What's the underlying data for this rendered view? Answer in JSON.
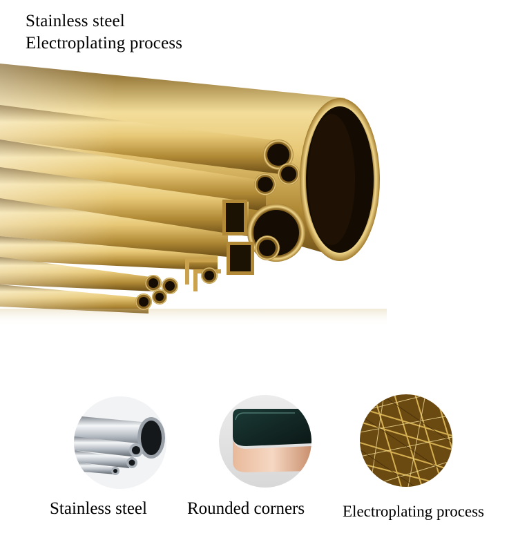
{
  "headline": {
    "line1": "Stainless steel",
    "line2": "Electroplating process"
  },
  "features": [
    {
      "label": "Stainless steel"
    },
    {
      "label": "Rounded corners"
    },
    {
      "label": "Electroplating process"
    }
  ],
  "colors": {
    "gold_light": "#f3dd9a",
    "gold_mid": "#c9a14a",
    "gold_dark": "#7a5a1c",
    "steel_light": "#e8ebef",
    "steel_dark": "#7d848c"
  }
}
